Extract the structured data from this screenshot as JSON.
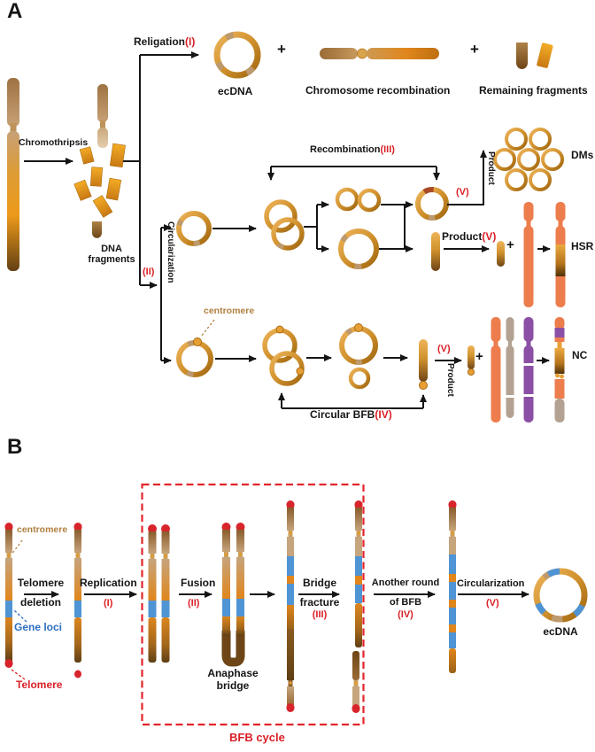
{
  "panel_a": {
    "label": "A",
    "chromothripsis": "Chromothripsis",
    "dna_fragments": "DNA fragments",
    "religation": {
      "label": "Religation",
      "numeral": "(I)"
    },
    "ecdna": "ecDNA",
    "plus": "+",
    "chromosome_recombination": "Chromosome recombination",
    "remaining_fragments": "Remaining fragments",
    "circularization": {
      "label": "Circularization",
      "numeral": "(II)"
    },
    "recombination": {
      "label": "Recombination",
      "numeral": "(III)"
    },
    "circular_bfb": {
      "label": "Circular BFB",
      "numeral": "(IV)"
    },
    "product": "Product",
    "product_numeral": "(V)",
    "centromere": "centromere",
    "dms": "DMs",
    "hsr": "HSR",
    "nc": "NC"
  },
  "panel_b": {
    "label": "B",
    "centromere": "centromere",
    "gene_loci": "Gene loci",
    "telomere": "Telomere",
    "telomere_deletion": {
      "line1": "Telomere",
      "line2": "deletion"
    },
    "replication": {
      "label": "Replication",
      "numeral": "(I)"
    },
    "fusion": {
      "label": "Fusion",
      "numeral": "(II)"
    },
    "anaphase_bridge": {
      "line1": "Anaphase",
      "line2": "bridge"
    },
    "bridge_fracture": {
      "line1": "Bridge",
      "line2": "fracture",
      "numeral": "(III)"
    },
    "another_round_of_bfb": {
      "line1": "Another round",
      "line2": "of BFB",
      "numeral": "(IV)"
    },
    "circularization": {
      "label": "Circularization",
      "numeral": "(V)"
    },
    "ecdna": "ecDNA",
    "bfb_cycle": "BFB cycle"
  },
  "colors": {
    "accent_red": "#D92027",
    "telomere_red": "#D8242B",
    "gene_loci_blue": "#4F94D4",
    "centromere_tan": "#B08040",
    "ring_gold": "#D1922E",
    "chromosome_orange": "#ED7D4D",
    "chromosome_tan": "#B3A292",
    "chromosome_purple": "#8B4FA5",
    "fragment_orange": "#EFA01F"
  }
}
